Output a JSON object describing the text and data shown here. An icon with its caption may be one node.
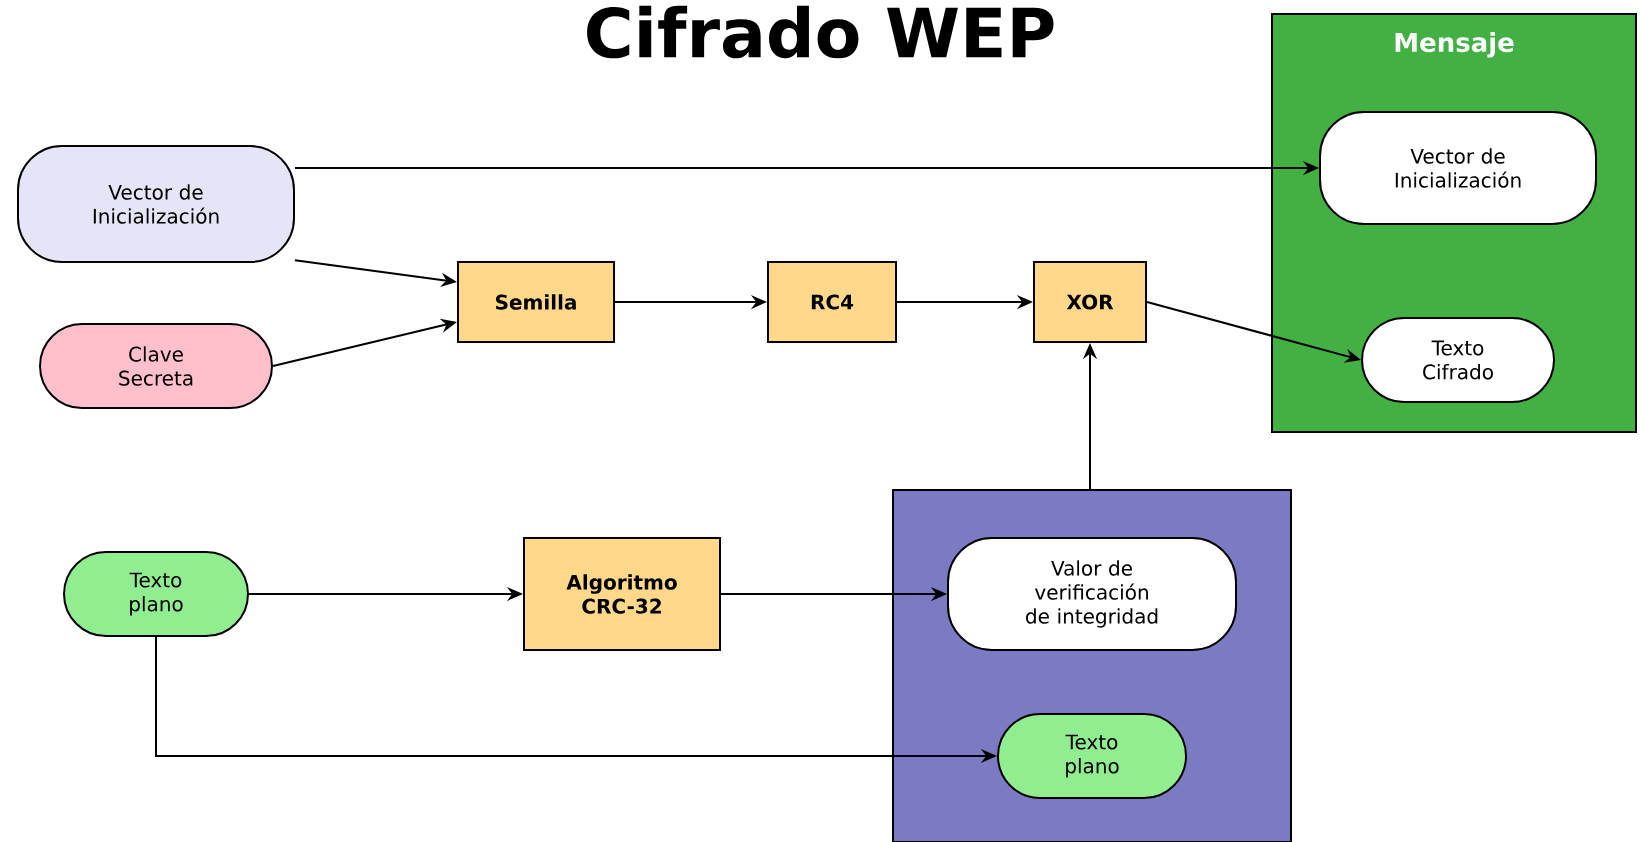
{
  "diagram": {
    "title": "Cifrado WEP",
    "nodes": [
      {
        "text": [
          "Vector de Inicialización"
        ]
      },
      {
        "text": [
          "Clave Secreta"
        ]
      },
      {
        "text": [
          "Semilla"
        ]
      },
      {
        "text": [
          "RC4"
        ]
      },
      {
        "text": [
          "XOR"
        ]
      },
      {
        "text": [
          "Mensaje"
        ]
      },
      {
        "text": [
          "Vector de Inicialización"
        ],
        "in": 5
      },
      {
        "text": [
          "Texto Cifrado"
        ],
        "in": 5
      },
      {
        "text": [
          "Texto plano"
        ]
      },
      {
        "text": [
          "Algoritmo CRC-32"
        ]
      },
      {
        "text": [],
        "shape": "box"
      },
      {
        "text": [
          "Valor de verificación de integridad"
        ],
        "in": 10
      },
      {
        "text": [
          "Texto plano"
        ],
        "in": 10
      }
    ],
    "edges": [
      {
        "from": 0,
        "to": 6,
        "arrow": "to"
      },
      {
        "from": 0,
        "to": 2,
        "arrow": "to"
      },
      {
        "from": 1,
        "to": 2,
        "arrow": "to"
      },
      {
        "from": 2,
        "to": 3,
        "arrow": "to"
      },
      {
        "from": 3,
        "to": 4,
        "arrow": "to"
      },
      {
        "from": 4,
        "to": 7,
        "arrow": "to"
      },
      {
        "from": 10,
        "to": 4,
        "arrow": "to"
      },
      {
        "from": 8,
        "to": 9,
        "arrow": "to"
      },
      {
        "from": 9,
        "to": 11,
        "arrow": "to"
      },
      {
        "from": 8,
        "to": 12,
        "arrow": "to"
      }
    ]
  }
}
